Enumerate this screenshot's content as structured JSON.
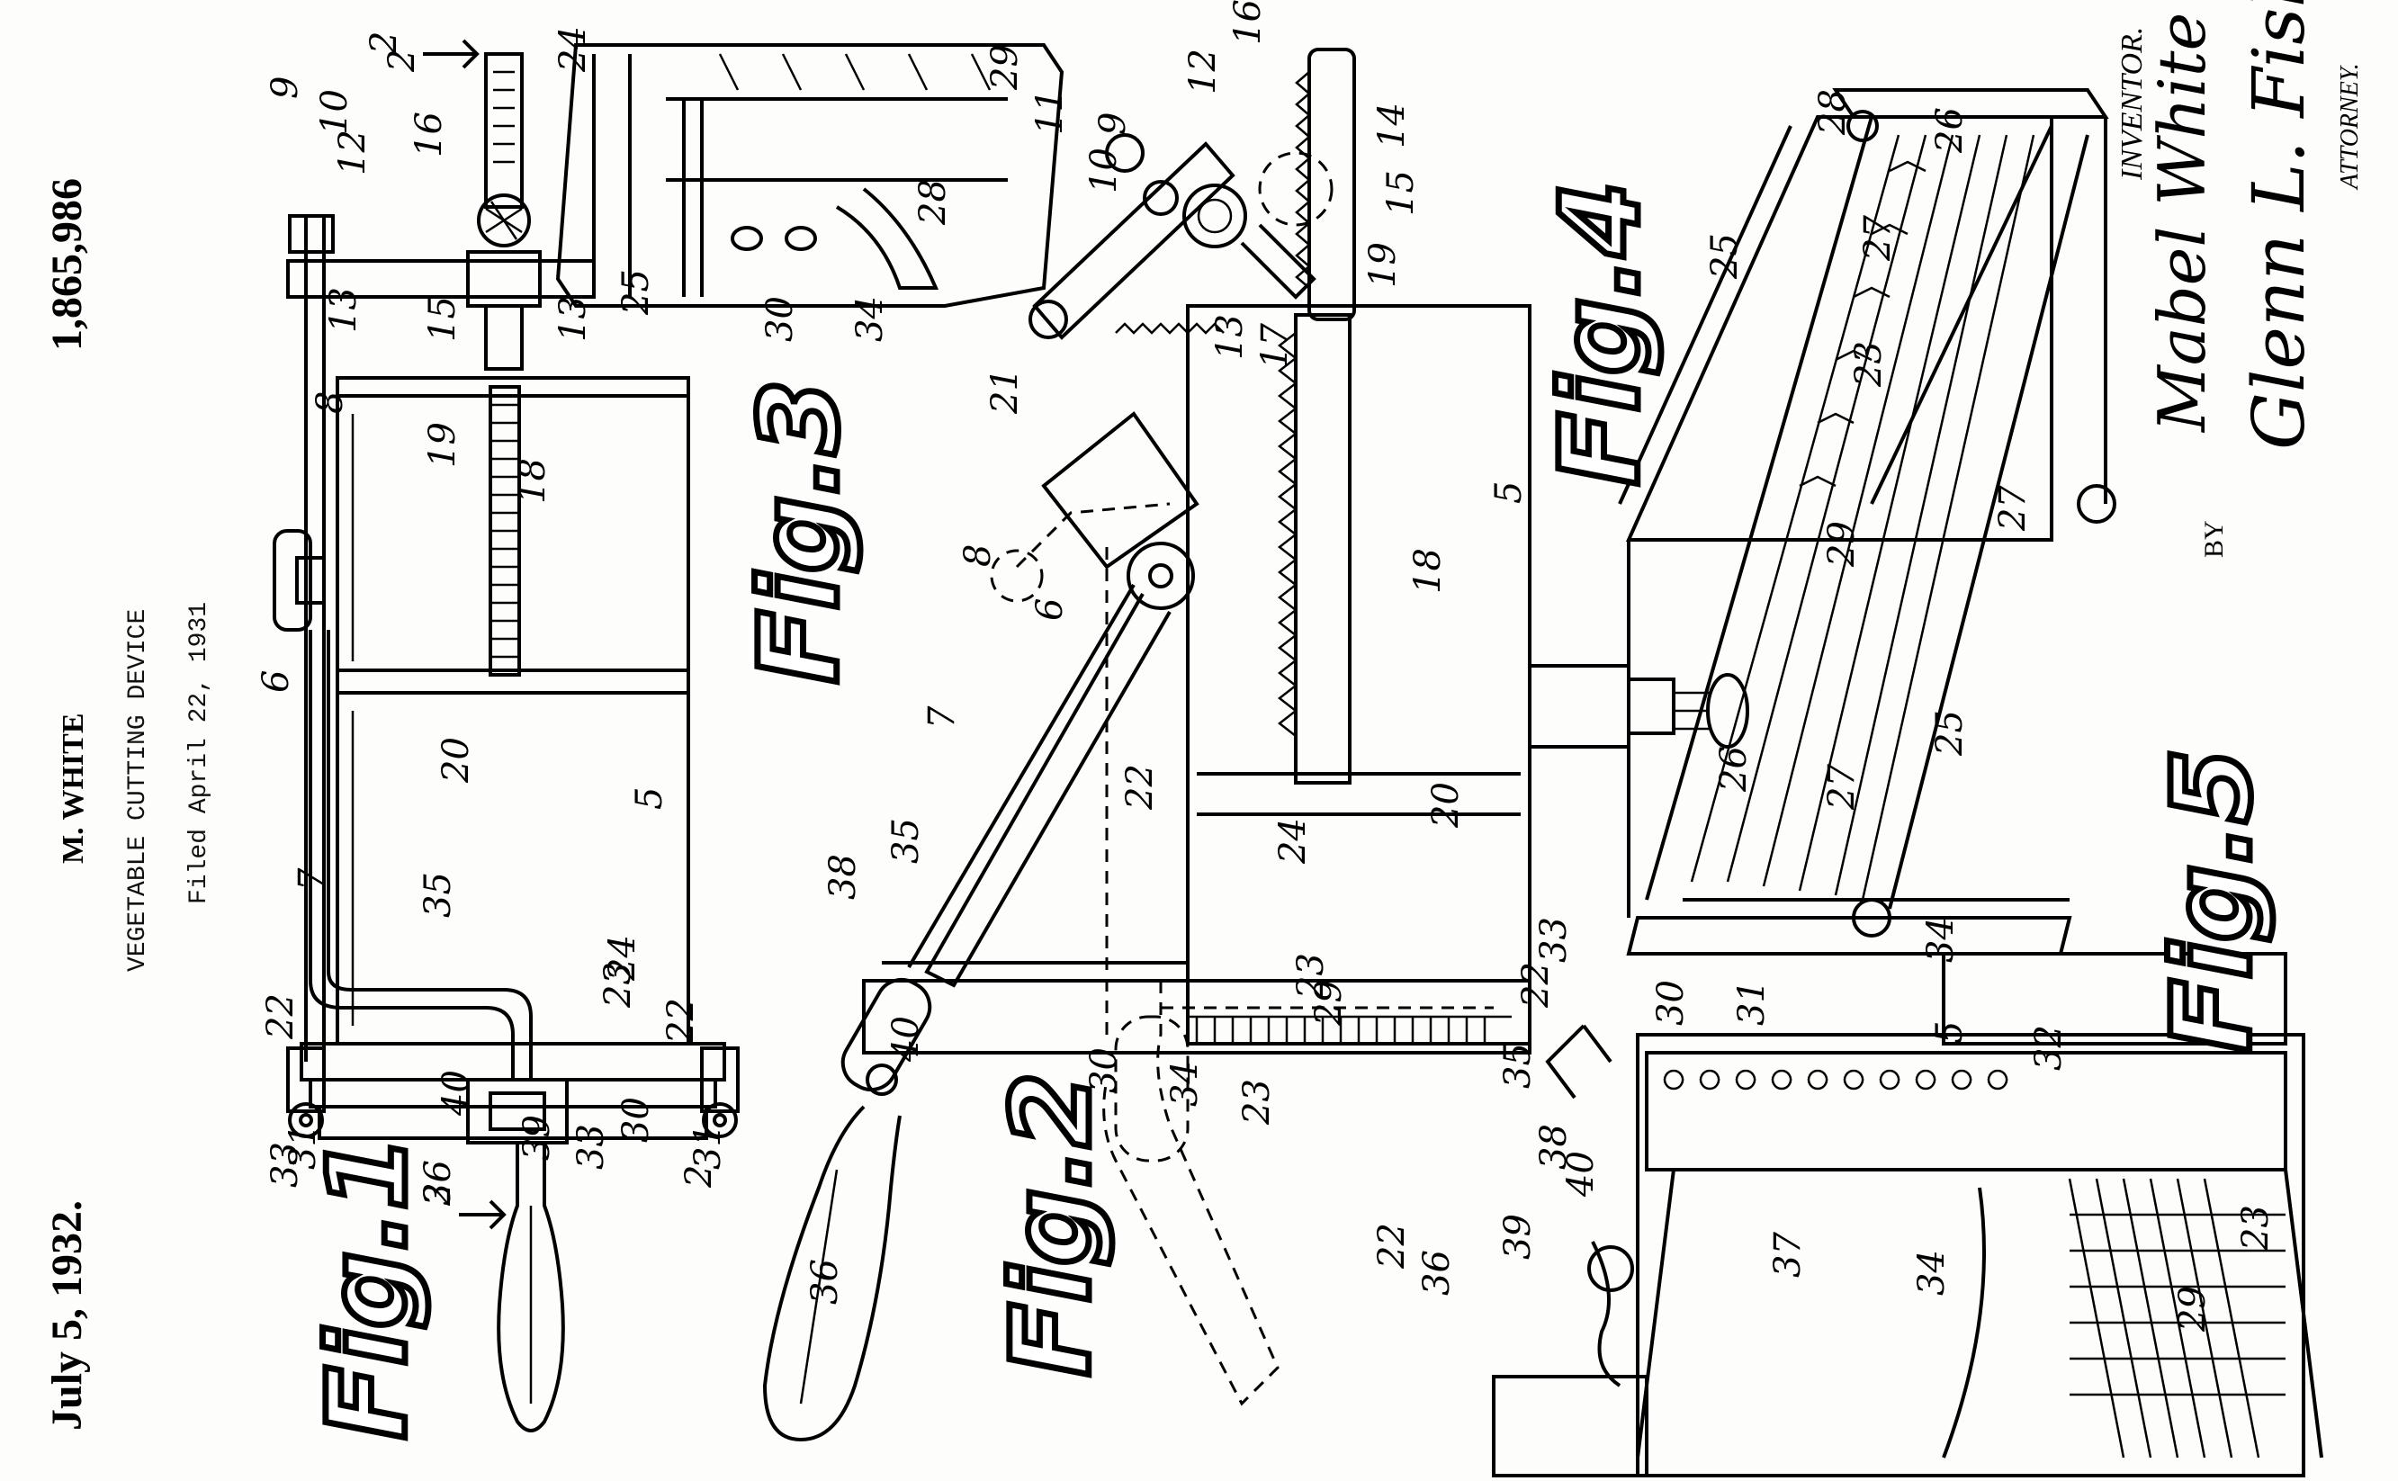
{
  "header": {
    "date": "July 5, 1932.",
    "patent_number": "1,865,986",
    "inventor_short": "M. WHITE",
    "title": "VEGETABLE CUTTING DEVICE",
    "filed": "Filed April 22, 1931"
  },
  "figures": {
    "fig1": "Fig.1",
    "fig2": "Fig.2",
    "fig3": "Fig.3",
    "fig4": "Fig.4",
    "fig5": "Fig.5"
  },
  "signature": {
    "inventor_label": "INVENTOR.",
    "inventor_name": "Mabel White",
    "by": "BY",
    "attorney_signature": "Glenn L. Fish",
    "attorney_label": "ATTORNEY."
  },
  "section_marks": [
    "2",
    "2"
  ],
  "reference_numerals": {
    "fig1": [
      "9",
      "10",
      "12",
      "16",
      "2",
      "13",
      "15",
      "13",
      "8",
      "19",
      "18",
      "6",
      "20",
      "7",
      "35",
      "5",
      "24",
      "22",
      "23",
      "22",
      "40",
      "39",
      "30",
      "33",
      "31",
      "33",
      "31",
      "2",
      "36"
    ],
    "fig2": [
      "6",
      "7",
      "35",
      "38",
      "40",
      "22",
      "30",
      "34",
      "23",
      "36",
      "8",
      "21",
      "9",
      "11",
      "10",
      "12",
      "16",
      "14",
      "15",
      "19",
      "13",
      "17"
    ],
    "fig3": [
      "24",
      "29",
      "25",
      "30",
      "34",
      "28"
    ],
    "fig4": [
      "5",
      "18",
      "20",
      "24",
      "23",
      "29"
    ],
    "fig5": [
      "25",
      "26",
      "28",
      "27",
      "23",
      "29",
      "27",
      "25",
      "26",
      "27"
    ],
    "fig6": [
      "33",
      "22",
      "30",
      "31",
      "34",
      "5",
      "32",
      "35",
      "38",
      "40",
      "39",
      "37",
      "34",
      "22",
      "36",
      "29",
      "23"
    ]
  }
}
